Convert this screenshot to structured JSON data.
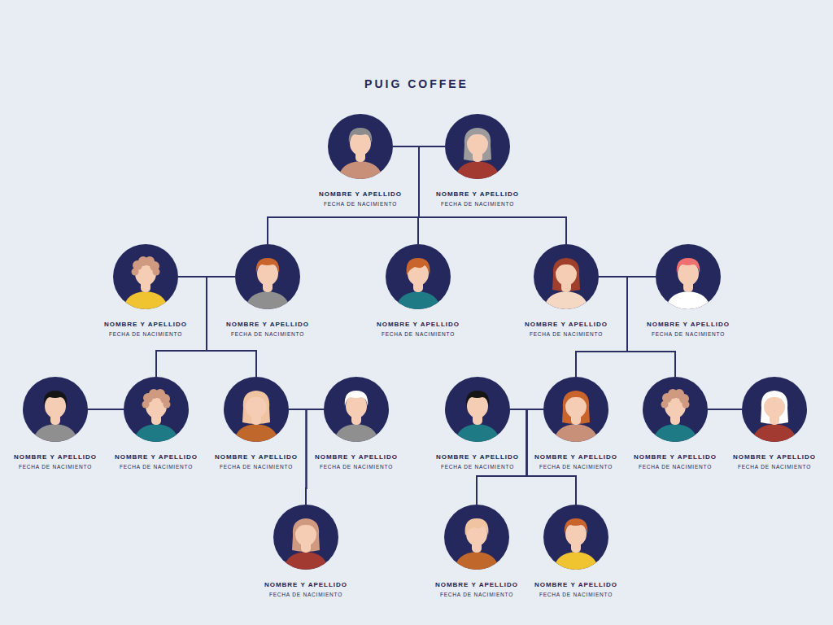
{
  "diagram": {
    "title": "PUIG COFFEE",
    "nodes": [
      {
        "text": [
          "NOMBRE Y APELLIDO",
          "FECHA DE NACIMIENTO"
        ]
      },
      {
        "text": [
          "NOMBRE Y APELLIDO",
          "FECHA DE NACIMIENTO"
        ]
      },
      {
        "text": [
          "NOMBRE Y APELLIDO",
          "FECHA DE NACIMIENTO"
        ]
      },
      {
        "text": [
          "NOMBRE Y APELLIDO",
          "FECHA DE NACIMIENTO"
        ]
      },
      {
        "text": [
          "NOMBRE Y APELLIDO",
          "FECHA DE NACIMIENTO"
        ]
      },
      {
        "text": [
          "NOMBRE Y APELLIDO",
          "FECHA DE NACIMIENTO"
        ]
      },
      {
        "text": [
          "NOMBRE Y APELLIDO",
          "FECHA DE NACIMIENTO"
        ]
      },
      {
        "text": [
          "NOMBRE Y APELLIDO",
          "FECHA DE NACIMIENTO"
        ]
      },
      {
        "text": [
          "NOMBRE Y APELLIDO",
          "FECHA DE NACIMIENTO"
        ]
      },
      {
        "text": [
          "NOMBRE Y APELLIDO",
          "FECHA DE NACIMIENTO"
        ]
      },
      {
        "text": [
          "NOMBRE Y APELLIDO",
          "FECHA DE NACIMIENTO"
        ]
      },
      {
        "text": [
          "NOMBRE Y APELLIDO",
          "FECHA DE NACIMIENTO"
        ]
      },
      {
        "text": [
          "NOMBRE Y APELLIDO",
          "FECHA DE NACIMIENTO"
        ]
      },
      {
        "text": [
          "NOMBRE Y APELLIDO",
          "FECHA DE NACIMIENTO"
        ]
      },
      {
        "text": [
          "NOMBRE Y APELLIDO",
          "FECHA DE NACIMIENTO"
        ]
      },
      {
        "text": [
          "NOMBRE Y APELLIDO",
          "FECHA DE NACIMIENTO"
        ]
      },
      {
        "text": [
          "NOMBRE Y APELLIDO",
          "FECHA DE NACIMIENTO"
        ]
      },
      {
        "text": [
          "NOMBRE Y APELLIDO",
          "FECHA DE NACIMIENTO"
        ]
      }
    ],
    "edges": [
      {
        "from": 0,
        "to": 1,
        "arrow": "none"
      },
      {
        "from": 2,
        "to": 3,
        "arrow": "none"
      },
      {
        "from": 5,
        "to": 6,
        "arrow": "none"
      },
      {
        "from": 7,
        "to": 8,
        "arrow": "none"
      },
      {
        "from": 9,
        "to": 10,
        "arrow": "none"
      },
      {
        "from": 11,
        "to": 12,
        "arrow": "none"
      },
      {
        "from": 13,
        "to": 14,
        "arrow": "none"
      },
      {
        "from": 0,
        "to": 3,
        "arrow": "none"
      },
      {
        "from": 0,
        "to": 4,
        "arrow": "none"
      },
      {
        "from": 0,
        "to": 5,
        "arrow": "none"
      },
      {
        "from": 1,
        "to": 3,
        "arrow": "none"
      },
      {
        "from": 1,
        "to": 4,
        "arrow": "none"
      },
      {
        "from": 1,
        "to": 5,
        "arrow": "none"
      },
      {
        "from": 2,
        "to": 8,
        "arrow": "none"
      },
      {
        "from": 2,
        "to": 9,
        "arrow": "none"
      },
      {
        "from": 3,
        "to": 8,
        "arrow": "none"
      },
      {
        "from": 3,
        "to": 9,
        "arrow": "none"
      },
      {
        "from": 5,
        "to": 12,
        "arrow": "none"
      },
      {
        "from": 5,
        "to": 13,
        "arrow": "none"
      },
      {
        "from": 6,
        "to": 12,
        "arrow": "none"
      },
      {
        "from": 6,
        "to": 13,
        "arrow": "none"
      },
      {
        "from": 9,
        "to": 15,
        "arrow": "none"
      },
      {
        "from": 10,
        "to": 15,
        "arrow": "none"
      },
      {
        "from": 11,
        "to": 16,
        "arrow": "none"
      },
      {
        "from": 11,
        "to": 17,
        "arrow": "none"
      },
      {
        "from": 12,
        "to": 16,
        "arrow": "none"
      },
      {
        "from": 12,
        "to": 17,
        "arrow": "none"
      }
    ]
  }
}
